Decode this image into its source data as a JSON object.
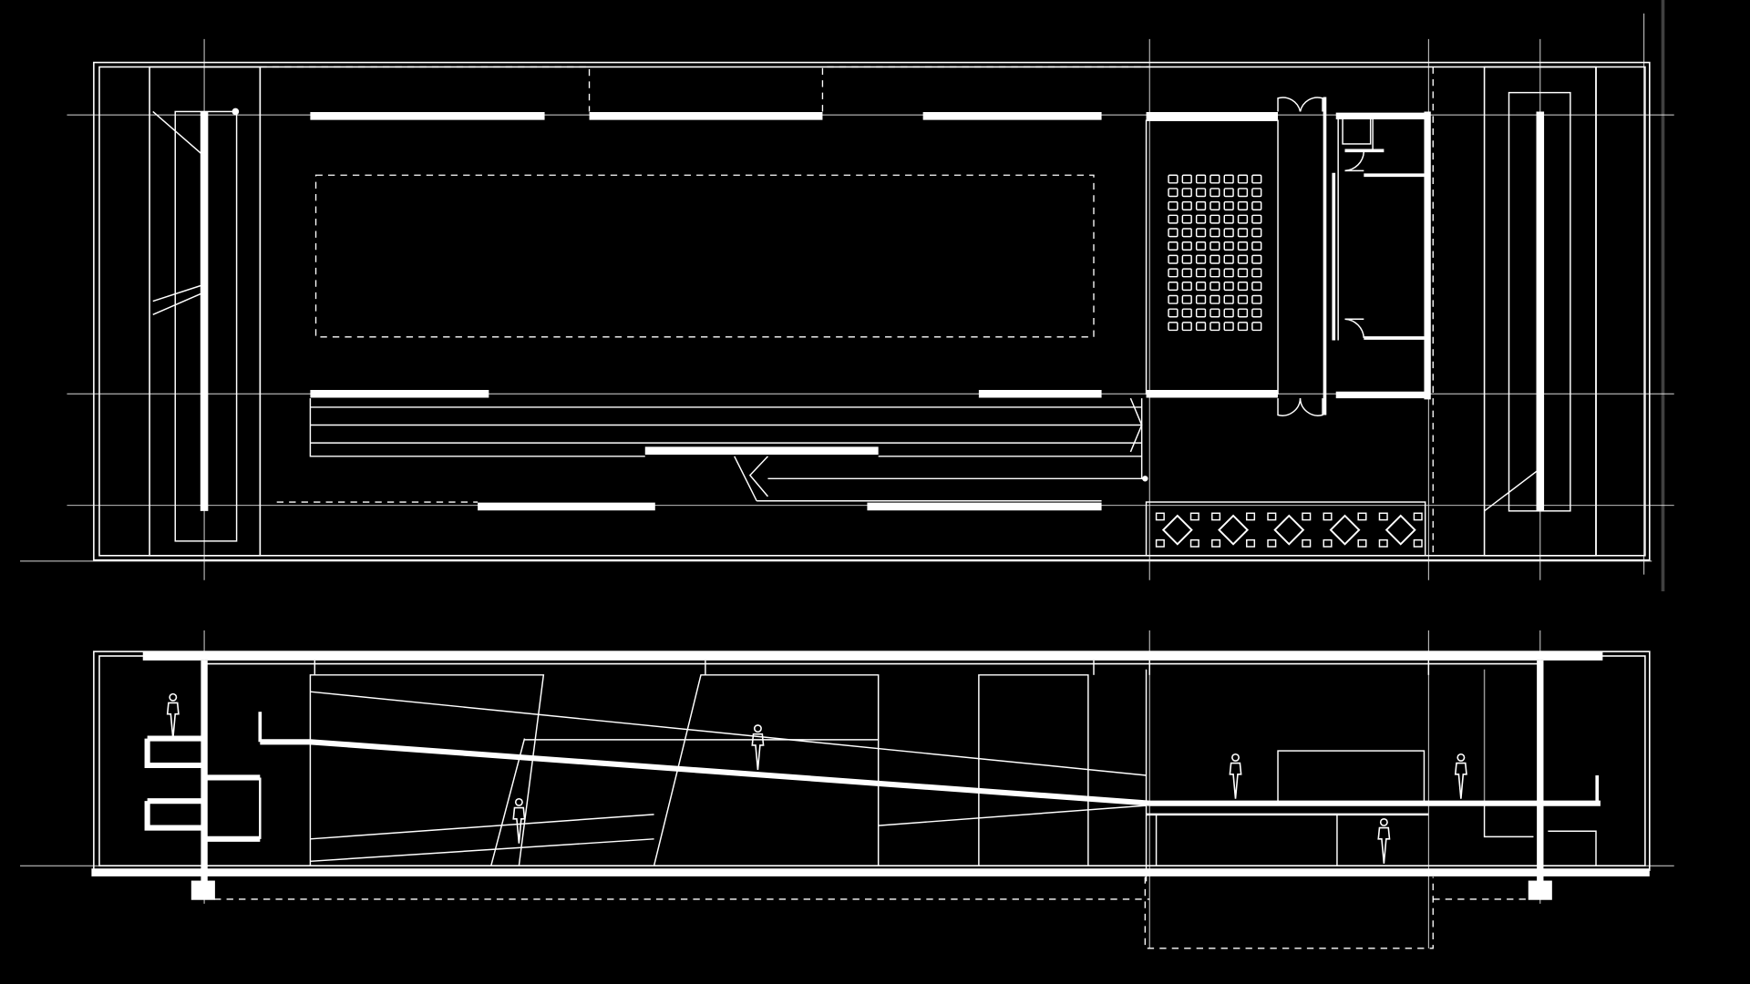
{
  "colors": {
    "background": "#000000",
    "linework": "#ffffff"
  },
  "views": [
    {
      "name": "plan-view",
      "features": [
        "grid-lines",
        "outer-walls",
        "exhibition-wall-panels",
        "dashed-exhibition-area",
        "ramp-passage",
        "auditorium-seating",
        "double-doors",
        "service-rooms",
        "staircases",
        "cafe-tables"
      ]
    },
    {
      "name": "section-view",
      "features": [
        "roof-slab",
        "floor-slab",
        "sloping-ramp",
        "gallery-boxes",
        "human-figures",
        "foundation-footings",
        "dashed-basement-outline"
      ]
    }
  ],
  "seating": {
    "rows": 12,
    "columns": 7
  },
  "cafe_tables": 5,
  "human_figures": 6
}
